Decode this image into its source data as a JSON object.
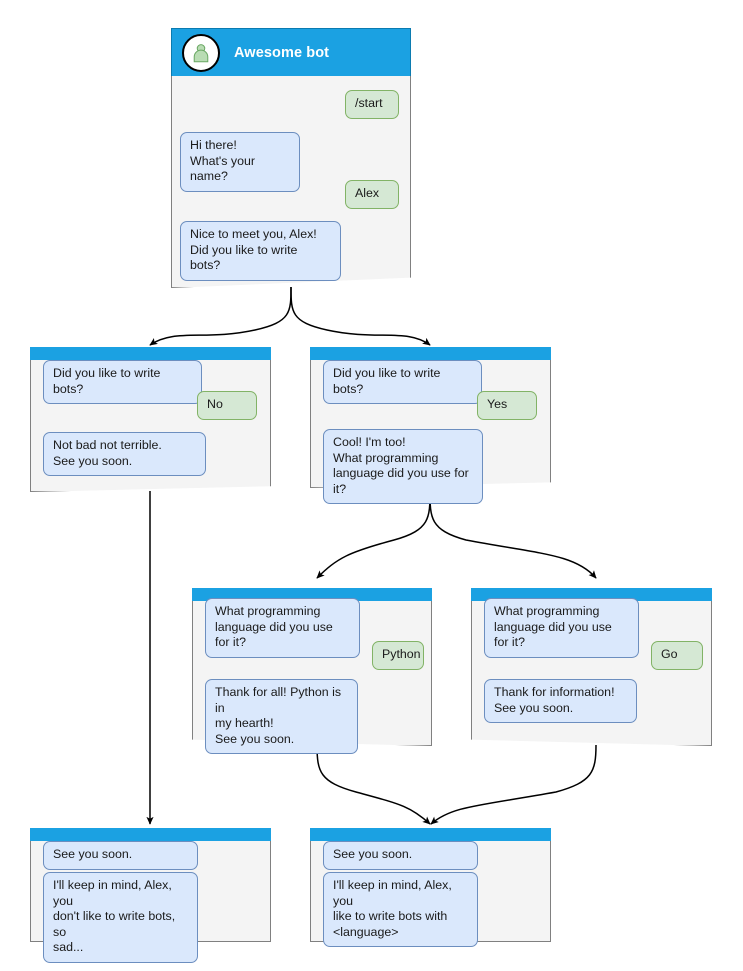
{
  "diagram": {
    "title": "Awesome bot conversation flow",
    "background": "#ffffff",
    "colors": {
      "header": "#1ba1e2",
      "node_body": "#f4f4f4",
      "node_border": "#808080",
      "bot_bubble_fill": "#dae8fc",
      "bot_bubble_border": "#6c8ebf",
      "user_bubble_fill": "#d5e8d4",
      "user_bubble_border": "#82b366",
      "edge": "#000000",
      "avatar_person": "#b9dcb4"
    }
  },
  "nodes": {
    "root": {
      "name": "start-node",
      "header": {
        "title": "Awesome bot",
        "avatar_icon": "person-avatar-icon"
      },
      "messages": [
        {
          "from": "user",
          "text": "/start"
        },
        {
          "from": "bot",
          "text": "Hi there!\nWhat's your name?"
        },
        {
          "from": "user",
          "text": "Alex"
        },
        {
          "from": "bot",
          "text": "Nice to meet you, Alex!\nDid you like to write bots?"
        }
      ]
    },
    "no_branch": {
      "name": "no-branch-node",
      "messages": [
        {
          "from": "bot",
          "text": "Did you like to write bots?"
        },
        {
          "from": "user",
          "text": "No"
        },
        {
          "from": "bot",
          "text": "Not bad not terrible.\nSee you soon."
        }
      ]
    },
    "yes_branch": {
      "name": "yes-branch-node",
      "messages": [
        {
          "from": "bot",
          "text": "Did you like to write bots?"
        },
        {
          "from": "user",
          "text": "Yes"
        },
        {
          "from": "bot",
          "text": "Cool! I'm too!\nWhat programming\nlanguage did you use for it?"
        }
      ]
    },
    "python_branch": {
      "name": "python-branch-node",
      "messages": [
        {
          "from": "bot",
          "text": "What programming\nlanguage did you use for it?"
        },
        {
          "from": "user",
          "text": "Python"
        },
        {
          "from": "bot",
          "text": "Thank for all! Python is in\nmy hearth!\nSee you soon."
        }
      ]
    },
    "go_branch": {
      "name": "go-branch-node",
      "messages": [
        {
          "from": "bot",
          "text": "What programming\nlanguage did you use for it?"
        },
        {
          "from": "user",
          "text": "Go"
        },
        {
          "from": "bot",
          "text": "Thank for information!\nSee you soon."
        }
      ]
    },
    "end_no": {
      "name": "end-no-node",
      "messages": [
        {
          "from": "bot",
          "text": "See you soon."
        },
        {
          "from": "bot",
          "text": "I'll keep in mind, Alex, you\ndon't like to write bots, so\nsad..."
        }
      ]
    },
    "end_yes": {
      "name": "end-yes-node",
      "messages": [
        {
          "from": "bot",
          "text": "See you soon."
        },
        {
          "from": "bot",
          "text": "I'll keep in mind, Alex, you\nlike to write bots with\n<language>"
        }
      ]
    }
  },
  "edges": [
    {
      "name": "edge-root-to-no",
      "from": "root",
      "to": "no_branch"
    },
    {
      "name": "edge-root-to-yes",
      "from": "root",
      "to": "yes_branch"
    },
    {
      "name": "edge-no-to-end-no",
      "from": "no_branch",
      "to": "end_no"
    },
    {
      "name": "edge-yes-to-python",
      "from": "yes_branch",
      "to": "python_branch"
    },
    {
      "name": "edge-yes-to-go",
      "from": "yes_branch",
      "to": "go_branch"
    },
    {
      "name": "edge-python-to-end-yes",
      "from": "python_branch",
      "to": "end_yes"
    },
    {
      "name": "edge-go-to-end-yes",
      "from": "go_branch",
      "to": "end_yes"
    }
  ]
}
